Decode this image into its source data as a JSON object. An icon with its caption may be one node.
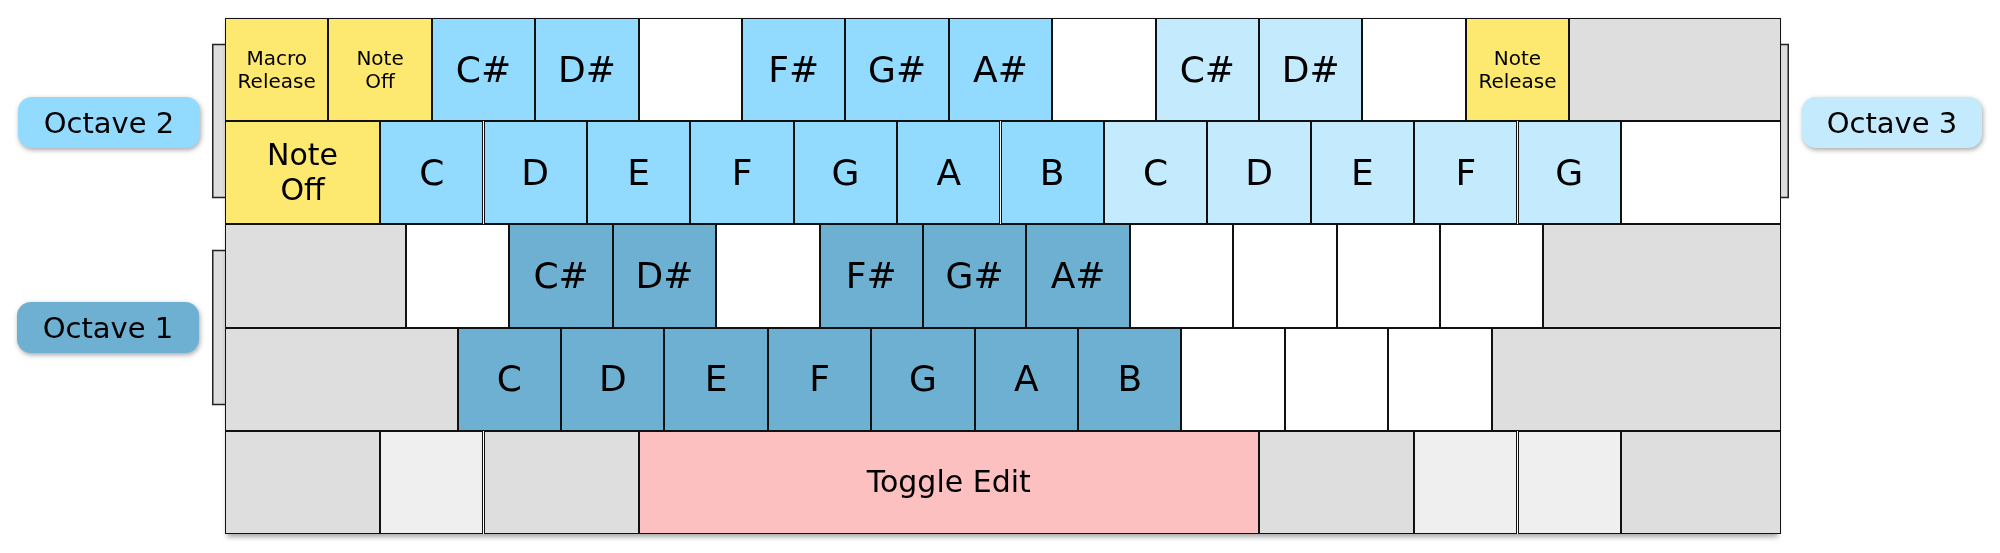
{
  "diagram": {
    "nodes": [
      {
        "text": [
          "Octave 2"
        ]
      },
      {
        "text": [
          "Octave 3"
        ]
      },
      {
        "text": [
          "Octave 1"
        ]
      },
      {
        "text": [
          "Macro Release"
        ]
      },
      {
        "text": [
          "Note Off"
        ]
      },
      {
        "text": [
          "C#"
        ]
      },
      {
        "text": [
          "D#"
        ]
      },
      {
        "text": [],
        "shape": "box"
      },
      {
        "text": [
          "F#"
        ]
      },
      {
        "text": [
          "G#"
        ]
      },
      {
        "text": [
          "A#"
        ]
      },
      {
        "text": [],
        "shape": "box"
      },
      {
        "text": [
          "C#"
        ]
      },
      {
        "text": [
          "D#"
        ]
      },
      {
        "text": [],
        "shape": "box"
      },
      {
        "text": [
          "Note Release"
        ]
      },
      {
        "text": [],
        "shape": "box"
      },
      {
        "text": [
          "Note Off"
        ]
      },
      {
        "text": [
          "C"
        ]
      },
      {
        "text": [
          "D"
        ]
      },
      {
        "text": [
          "E"
        ]
      },
      {
        "text": [
          "F"
        ]
      },
      {
        "text": [
          "G"
        ]
      },
      {
        "text": [
          "A"
        ]
      },
      {
        "text": [
          "B"
        ]
      },
      {
        "text": [
          "C"
        ]
      },
      {
        "text": [
          "D"
        ]
      },
      {
        "text": [
          "E"
        ]
      },
      {
        "text": [
          "F"
        ]
      },
      {
        "text": [
          "G"
        ]
      },
      {
        "text": [],
        "shape": "box"
      },
      {
        "text": [],
        "shape": "box"
      },
      {
        "text": [],
        "shape": "box"
      },
      {
        "text": [
          "C#"
        ]
      },
      {
        "text": [
          "D#"
        ]
      },
      {
        "text": [],
        "shape": "box"
      },
      {
        "text": [
          "F#"
        ]
      },
      {
        "text": [
          "G#"
        ]
      },
      {
        "text": [
          "A#"
        ]
      },
      {
        "text": [],
        "shape": "box"
      },
      {
        "text": [],
        "shape": "box"
      },
      {
        "text": [],
        "shape": "box"
      },
      {
        "text": [],
        "shape": "box"
      },
      {
        "text": [],
        "shape": "box"
      },
      {
        "text": [],
        "shape": "box"
      },
      {
        "text": [
          "C"
        ]
      },
      {
        "text": [
          "D"
        ]
      },
      {
        "text": [
          "E"
        ]
      },
      {
        "text": [
          "F"
        ]
      },
      {
        "text": [
          "G"
        ]
      },
      {
        "text": [
          "A"
        ]
      },
      {
        "text": [
          "B"
        ]
      },
      {
        "text": [],
        "shape": "box"
      },
      {
        "text": [],
        "shape": "box"
      },
      {
        "text": [],
        "shape": "box"
      },
      {
        "text": [],
        "shape": "box"
      },
      {
        "text": [],
        "shape": "box"
      },
      {
        "text": [],
        "shape": "box"
      },
      {
        "text": [],
        "shape": "box"
      },
      {
        "text": [
          "Toggle Edit"
        ]
      },
      {
        "text": [],
        "shape": "box"
      },
      {
        "text": [],
        "shape": "box"
      },
      {
        "text": [],
        "shape": "box"
      },
      {
        "text": [],
        "shape": "box"
      }
    ]
  }
}
